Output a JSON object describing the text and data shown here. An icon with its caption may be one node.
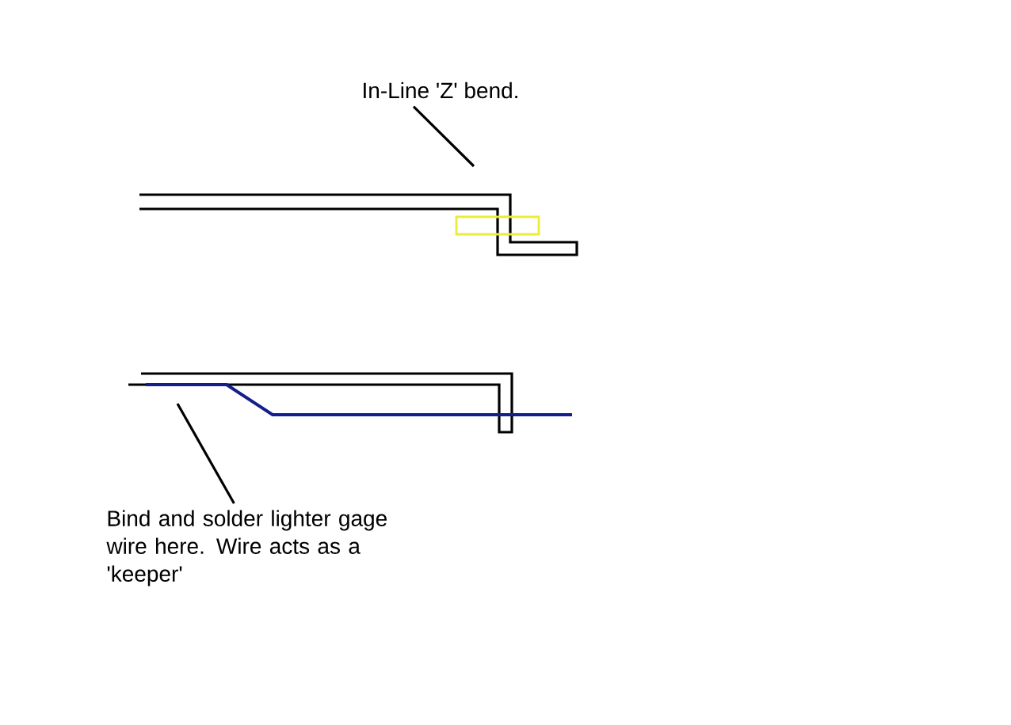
{
  "diagram": {
    "nodes": [
      {
        "text": [
          "In-Line 'Z' bend."
        ]
      },
      {
        "text": [
          "Bind and solder lighter gage wire here. Wire acts as a 'keeper'"
        ]
      }
    ],
    "edges": [
      {
        "from": 0,
        "to": null,
        "arrow": "none"
      },
      {
        "from": 1,
        "to": null,
        "arrow": "none"
      }
    ]
  }
}
